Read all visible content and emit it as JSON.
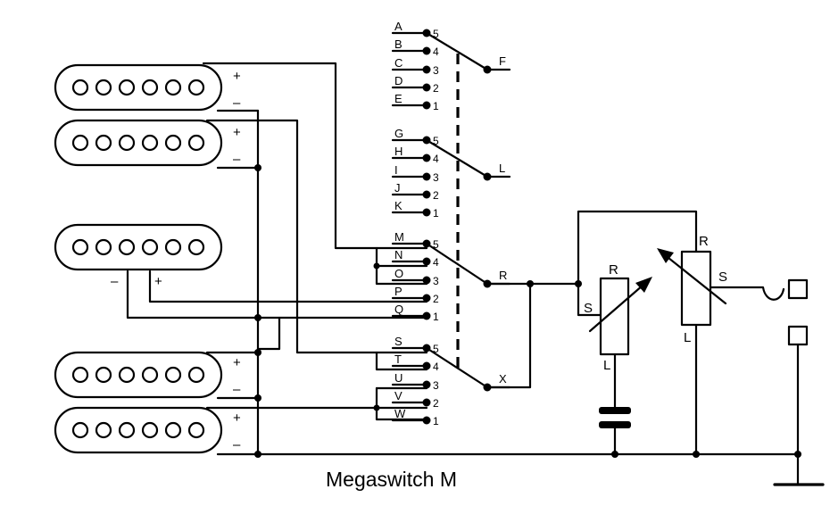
{
  "title": "Megaswitch  M",
  "pickups": [
    {
      "id": "neck-top",
      "plus": "+",
      "minus": "–"
    },
    {
      "id": "neck-bottom",
      "plus": "+",
      "minus": "–"
    },
    {
      "id": "middle",
      "plus": "+",
      "minus": "–"
    },
    {
      "id": "bridge-top",
      "plus": "+",
      "minus": "–"
    },
    {
      "id": "bridge-bottom",
      "plus": "+",
      "minus": "–"
    }
  ],
  "switch": {
    "decks": [
      {
        "common": "F",
        "contacts": [
          {
            "letter": "A",
            "num": "5"
          },
          {
            "letter": "B",
            "num": "4"
          },
          {
            "letter": "C",
            "num": "3"
          },
          {
            "letter": "D",
            "num": "2"
          },
          {
            "letter": "E",
            "num": "1"
          }
        ]
      },
      {
        "common": "L",
        "contacts": [
          {
            "letter": "G",
            "num": "5"
          },
          {
            "letter": "H",
            "num": "4"
          },
          {
            "letter": "I",
            "num": "3"
          },
          {
            "letter": "J",
            "num": "2"
          },
          {
            "letter": "K",
            "num": "1"
          }
        ]
      },
      {
        "common": "R",
        "contacts": [
          {
            "letter": "M",
            "num": "5"
          },
          {
            "letter": "N",
            "num": "4"
          },
          {
            "letter": "O",
            "num": "3"
          },
          {
            "letter": "P",
            "num": "2"
          },
          {
            "letter": "Q",
            "num": "1"
          }
        ]
      },
      {
        "common": "X",
        "contacts": [
          {
            "letter": "S",
            "num": "5"
          },
          {
            "letter": "T",
            "num": "4"
          },
          {
            "letter": "U",
            "num": "3"
          },
          {
            "letter": "V",
            "num": "2"
          },
          {
            "letter": "W",
            "num": "1"
          }
        ]
      }
    ]
  },
  "tone_pot": {
    "r": "R",
    "s": "S",
    "l": "L"
  },
  "volume_pot": {
    "r": "R",
    "s": "S",
    "l": "L"
  }
}
